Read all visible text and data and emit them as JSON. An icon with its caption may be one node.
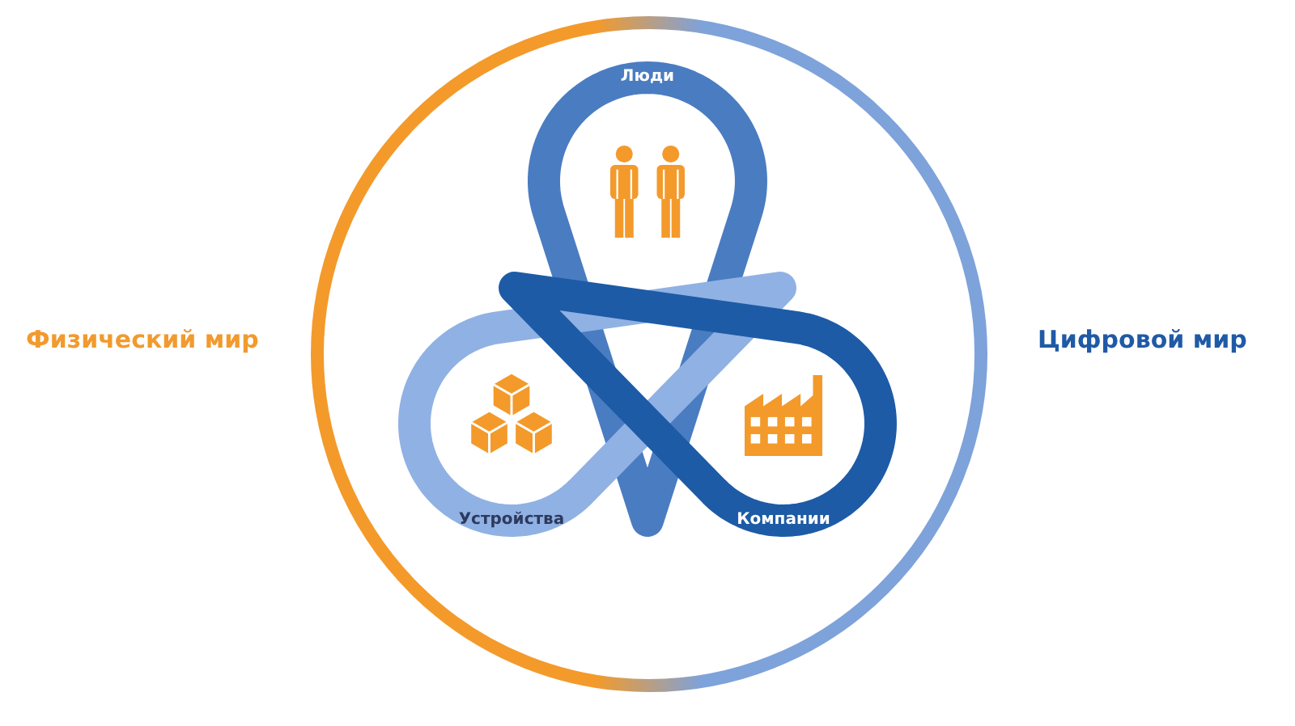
{
  "diagram": {
    "nodes": [
      {
        "text": [
          "Люди"
        ]
      },
      {
        "text": [
          "Устройства"
        ]
      },
      {
        "text": [
          "Компании"
        ]
      }
    ],
    "labels": [
      "Физический мир",
      "Цифровой мир"
    ]
  }
}
